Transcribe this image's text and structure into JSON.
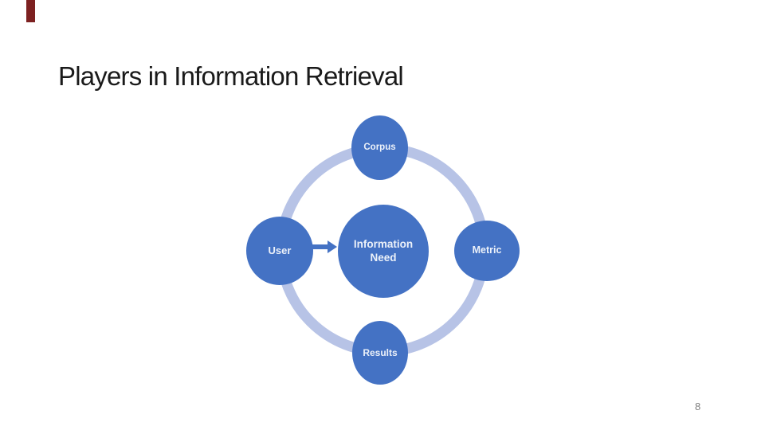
{
  "slide": {
    "title": "Players in Information Retrieval",
    "page_number": "8"
  },
  "diagram": {
    "type": "radial-cycle",
    "center": {
      "line1": "Information",
      "line2": "Need"
    },
    "nodes": [
      {
        "position": "top",
        "label": "Corpus"
      },
      {
        "position": "left",
        "label": "User"
      },
      {
        "position": "right",
        "label": "Metric"
      },
      {
        "position": "bottom",
        "label": "Results"
      }
    ],
    "connector": "arrow from User to Information Need",
    "colors": {
      "node_fill": "#4472C4",
      "node_text": "#ECF1F9",
      "ring": "#B7C3E6",
      "arrow": "#4472C4",
      "accent_bar": "#7D2121",
      "title_text": "#1A1A1A",
      "page_number_text": "#7F7F7F"
    }
  }
}
